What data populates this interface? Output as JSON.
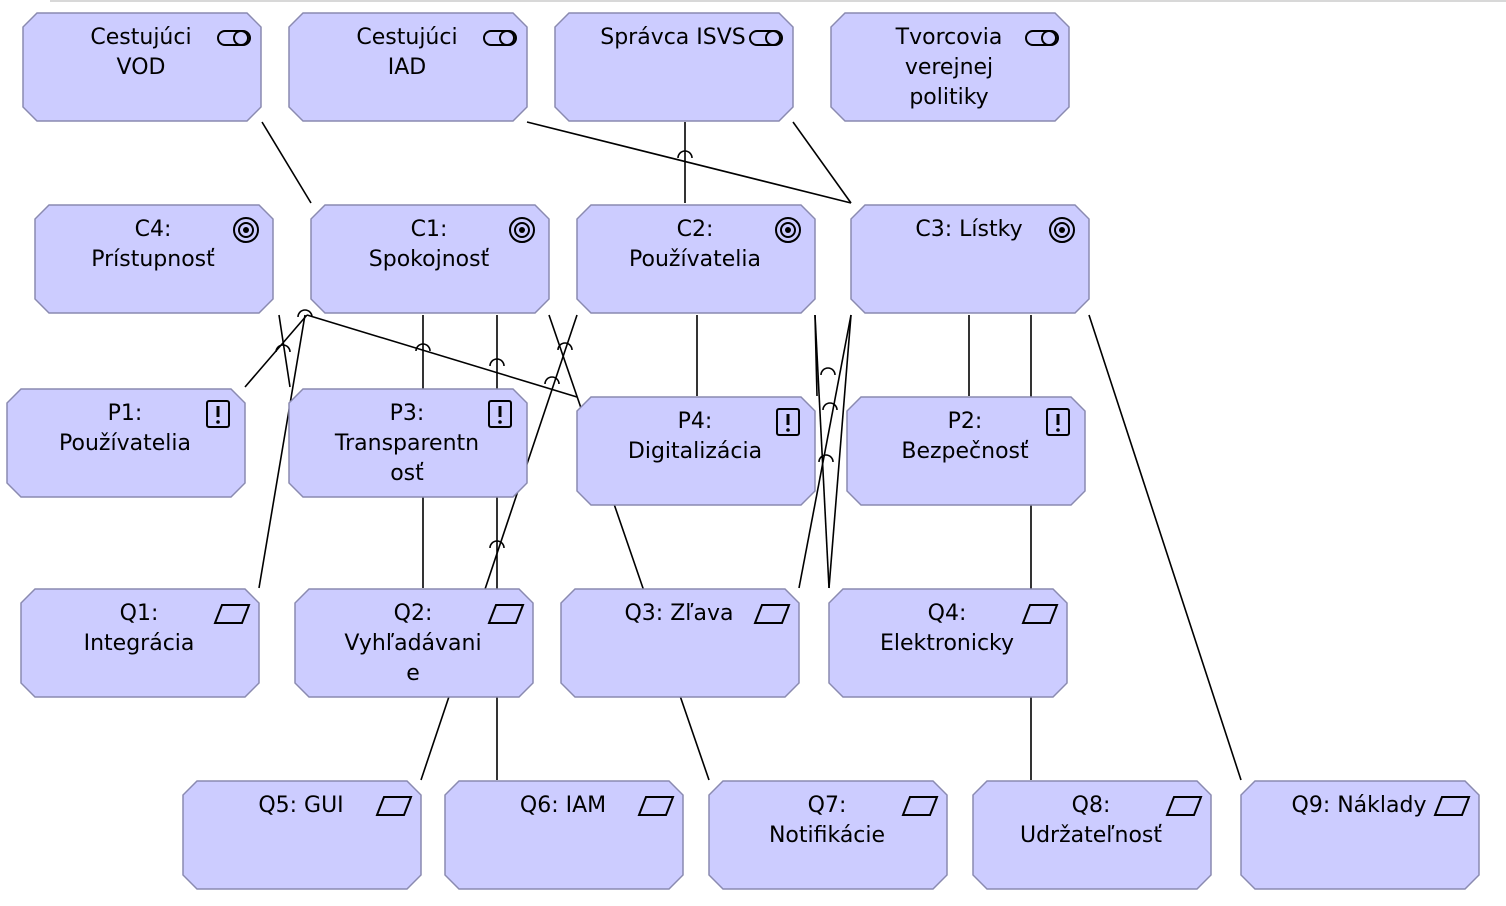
{
  "colors": {
    "fill": "#ccccff",
    "stroke": "#8a8ab0",
    "line": "#000000"
  },
  "elements": [
    {
      "id": "cest_vod",
      "type": "stakeholder",
      "icon": "stakeholder-icon",
      "lines": [
        "Cestujúci",
        "VOD"
      ]
    },
    {
      "id": "cest_iad",
      "type": "stakeholder",
      "icon": "stakeholder-icon",
      "lines": [
        "Cestujúci",
        "IAD"
      ]
    },
    {
      "id": "spravca",
      "type": "stakeholder",
      "icon": "stakeholder-icon",
      "lines": [
        "Správca ISVS"
      ]
    },
    {
      "id": "tvorcovia",
      "type": "stakeholder",
      "icon": "stakeholder-icon",
      "lines": [
        "Tvorcovia",
        "verejnej",
        "politiky"
      ]
    },
    {
      "id": "c4",
      "type": "goal",
      "icon": "goal-icon",
      "lines": [
        "C4:",
        "Prístupnosť"
      ]
    },
    {
      "id": "c1",
      "type": "goal",
      "icon": "goal-icon",
      "lines": [
        "C1:",
        "Spokojnosť"
      ]
    },
    {
      "id": "c2",
      "type": "goal",
      "icon": "goal-icon",
      "lines": [
        "C2:",
        "Používatelia"
      ]
    },
    {
      "id": "c3",
      "type": "goal",
      "icon": "goal-icon",
      "lines": [
        "C3: Lístky"
      ]
    },
    {
      "id": "p1",
      "type": "principle",
      "icon": "principle-icon",
      "lines": [
        "P1:",
        "Používatelia"
      ]
    },
    {
      "id": "p3",
      "type": "principle",
      "icon": "principle-icon",
      "lines": [
        "P3:",
        "Transparentn",
        "osť"
      ]
    },
    {
      "id": "p4",
      "type": "principle",
      "icon": "principle-icon",
      "lines": [
        "P4:",
        "Digitalizácia"
      ]
    },
    {
      "id": "p2",
      "type": "principle",
      "icon": "principle-icon",
      "lines": [
        "P2:",
        "Bezpečnosť"
      ]
    },
    {
      "id": "q1",
      "type": "requirement",
      "icon": "requirement-icon",
      "lines": [
        "Q1:",
        "Integrácia"
      ]
    },
    {
      "id": "q2",
      "type": "requirement",
      "icon": "requirement-icon",
      "lines": [
        "Q2:",
        "Vyhľadávani",
        "e"
      ]
    },
    {
      "id": "q3",
      "type": "requirement",
      "icon": "requirement-icon",
      "lines": [
        "Q3: Zľava"
      ]
    },
    {
      "id": "q4",
      "type": "requirement",
      "icon": "requirement-icon",
      "lines": [
        "Q4:",
        "Elektronicky"
      ]
    },
    {
      "id": "q5",
      "type": "requirement",
      "icon": "requirement-icon",
      "lines": [
        "Q5: GUI"
      ]
    },
    {
      "id": "q6",
      "type": "requirement",
      "icon": "requirement-icon",
      "lines": [
        "Q6: IAM"
      ]
    },
    {
      "id": "q7",
      "type": "requirement",
      "icon": "requirement-icon",
      "lines": [
        "Q7:",
        "Notifikácie"
      ]
    },
    {
      "id": "q8",
      "type": "requirement",
      "icon": "requirement-icon",
      "lines": [
        "Q8:",
        "Udržateľnosť"
      ]
    },
    {
      "id": "q9",
      "type": "requirement",
      "icon": "requirement-icon",
      "lines": [
        "Q9: Náklady"
      ]
    }
  ]
}
